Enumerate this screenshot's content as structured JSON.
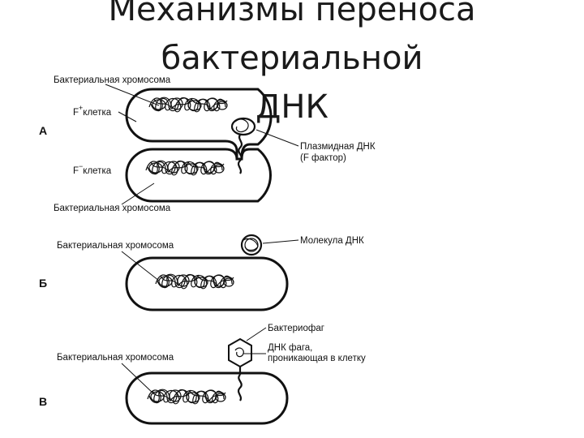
{
  "title": {
    "line1": "Механизмы переноса бактериальной",
    "line2": "ДНК"
  },
  "diagram": {
    "panel_a": {
      "marker": "А",
      "top_chromosome_label": "Бактериальная хромосома",
      "f_plus_prefix": "F",
      "f_plus_sign": "+",
      "f_plus_suffix": "клетка",
      "f_minus_prefix": "F",
      "f_minus_sign": "−",
      "f_minus_suffix": "клетка",
      "plasmid_label_line1": "Плазмидная ДНК",
      "plasmid_label_line2": "(F фактор)",
      "bottom_chromosome_label": "Бактериальная хромосома"
    },
    "panel_b": {
      "marker": "Б",
      "dna_molecule_label": "Молекула ДНК",
      "chromosome_label": "Бактериальная хромосома"
    },
    "panel_c": {
      "marker": "В",
      "phage_label": "Бактериофаг",
      "phage_dna_line1": "ДНК фага,",
      "phage_dna_line2": "проникающая в клетку",
      "chromosome_label": "Бактериальная хромосома"
    }
  }
}
